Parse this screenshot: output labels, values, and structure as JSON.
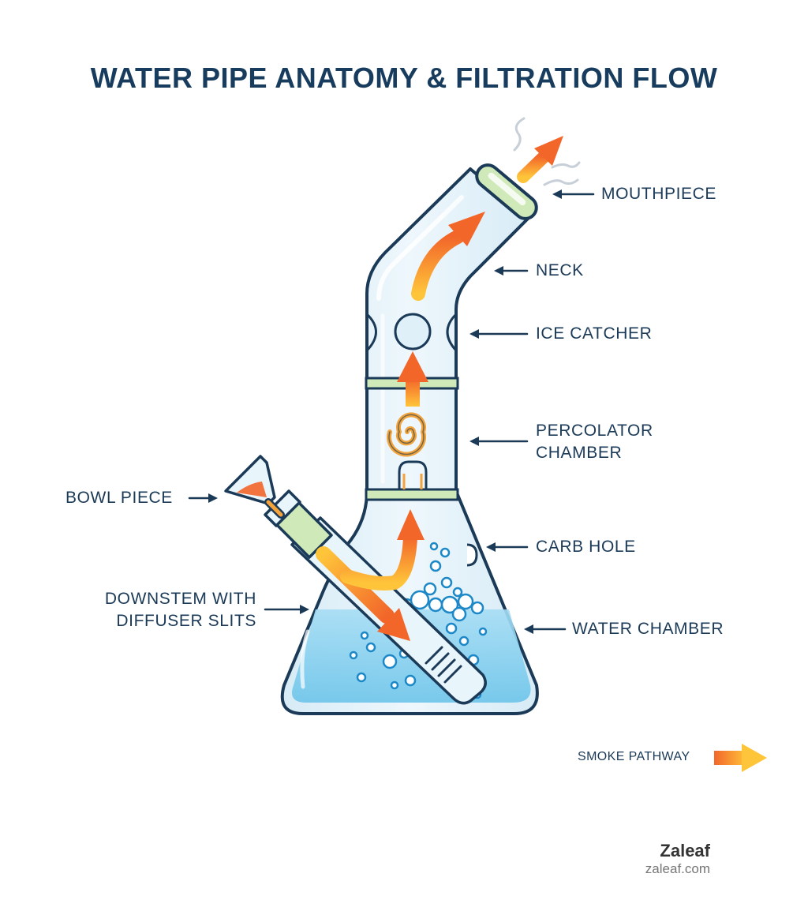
{
  "title": "WATER PIPE ANATOMY & FILTRATION FLOW",
  "labels": {
    "mouthpiece": "MOUTHPIECE",
    "neck": "NECK",
    "ice_catcher": "ICE CATCHER",
    "percolator": "PERCOLATOR\nCHAMBER",
    "carb_hole": "CARB HOLE",
    "water_chamber": "WATER CHAMBER",
    "bowl_piece": "BOWL PIECE",
    "downstem": "DOWNSTEM WITH\nDIFFUSER SLITS"
  },
  "legend": {
    "label": "SMOKE PATHWAY",
    "icon": "orange-arrow-icon"
  },
  "brand": {
    "name": "Zaleaf",
    "url": "zaleaf.com"
  },
  "colors": {
    "title": "#173c5e",
    "outline": "#1b3a57",
    "glass": "#e4f2fa",
    "water": "#8fd3f0",
    "accent_green": "#cfe9b8",
    "smoke_start": "#ffc53a",
    "smoke_end": "#f2662a"
  }
}
